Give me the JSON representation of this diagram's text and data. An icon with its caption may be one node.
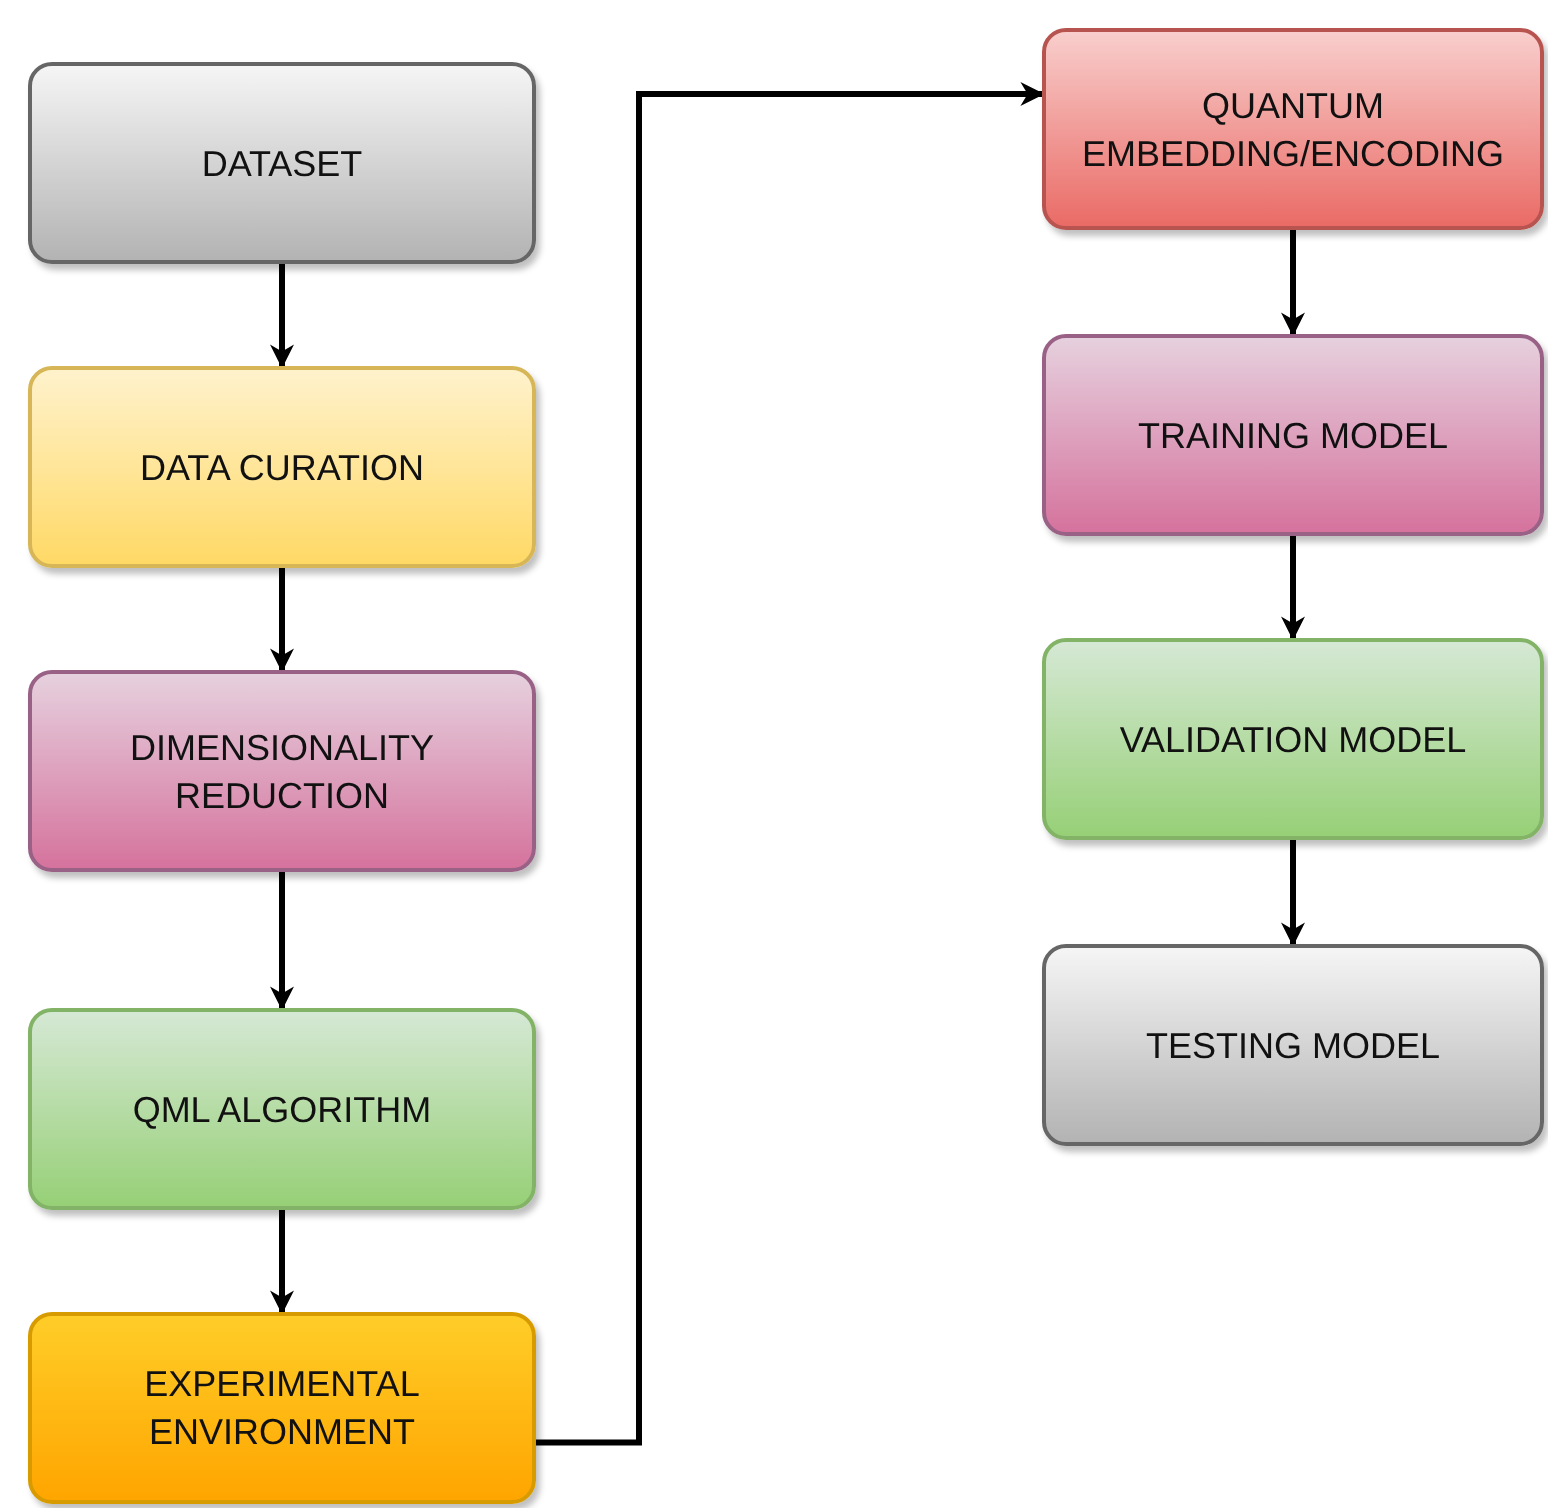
{
  "diagram": {
    "nodes": [
      {
        "text": [
          "DATASET"
        ]
      },
      {
        "text": [
          "DATA CURATION"
        ]
      },
      {
        "text": [
          "DIMENSIONALITY REDUCTION"
        ]
      },
      {
        "text": [
          "QML ALGORITHM"
        ]
      },
      {
        "text": [
          "EXPERIMENTAL ENVIRONMENT"
        ]
      },
      {
        "text": [
          "QUANTUM EMBEDDING/ENCODING"
        ]
      },
      {
        "text": [
          "TRAINING MODEL"
        ]
      },
      {
        "text": [
          "VALIDATION MODEL"
        ]
      },
      {
        "text": [
          "TESTING MODEL"
        ]
      }
    ],
    "edges": [
      {
        "from": 0,
        "to": 1,
        "arrow": "to"
      },
      {
        "from": 1,
        "to": 2,
        "arrow": "to"
      },
      {
        "from": 2,
        "to": 3,
        "arrow": "to"
      },
      {
        "from": 3,
        "to": 4,
        "arrow": "to"
      },
      {
        "from": 4,
        "to": 5,
        "arrow": "to"
      },
      {
        "from": 5,
        "to": 6,
        "arrow": "to"
      },
      {
        "from": 6,
        "to": 7,
        "arrow": "to"
      },
      {
        "from": 7,
        "to": 8,
        "arrow": "to"
      }
    ]
  }
}
